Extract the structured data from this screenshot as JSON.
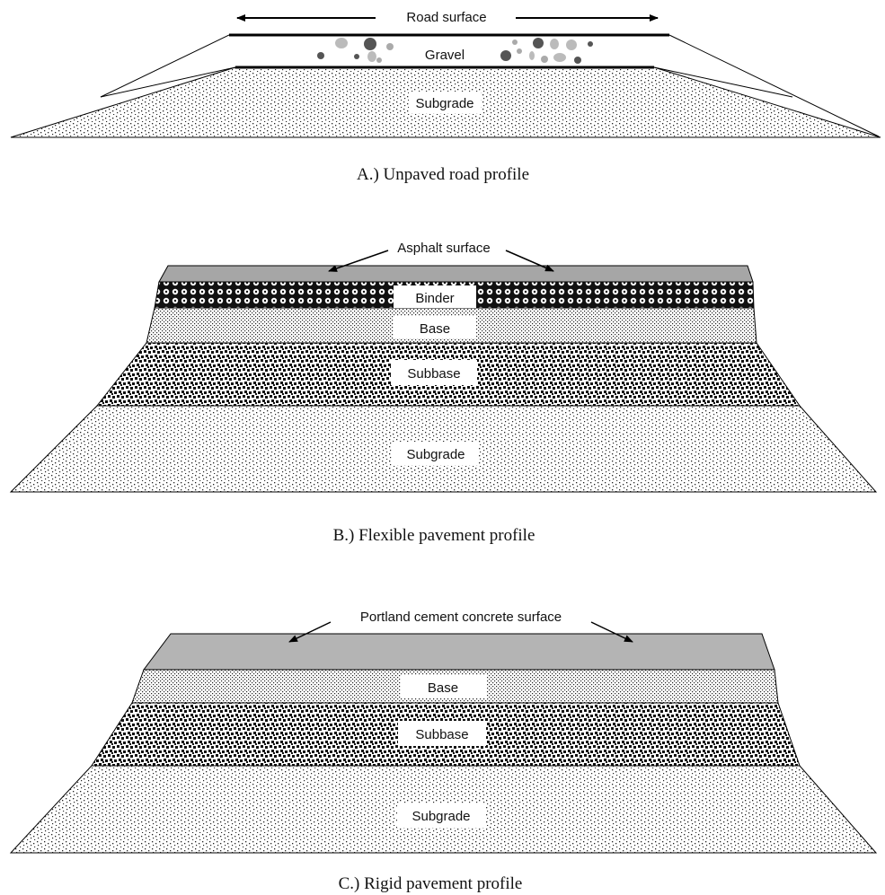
{
  "panel_a": {
    "label_road_surface": "Road surface",
    "label_gravel": "Gravel",
    "label_subgrade": "Subgrade",
    "caption": "A.) Unpaved road profile"
  },
  "panel_b": {
    "label_asphalt_surface": "Asphalt surface",
    "label_binder": "Binder",
    "label_base": "Base",
    "label_subbase": "Subbase",
    "label_subgrade": "Subgrade",
    "caption": "B.) Flexible pavement profile"
  },
  "panel_c": {
    "label_surface": "Portland cement concrete surface",
    "label_base": "Base",
    "label_subbase": "Subbase",
    "label_subgrade": "Subgrade",
    "caption": "C.) Rigid pavement profile"
  },
  "colors": {
    "asphalt": "#a6a6a6",
    "concrete": "#b4b4b4",
    "outline": "#000000"
  }
}
